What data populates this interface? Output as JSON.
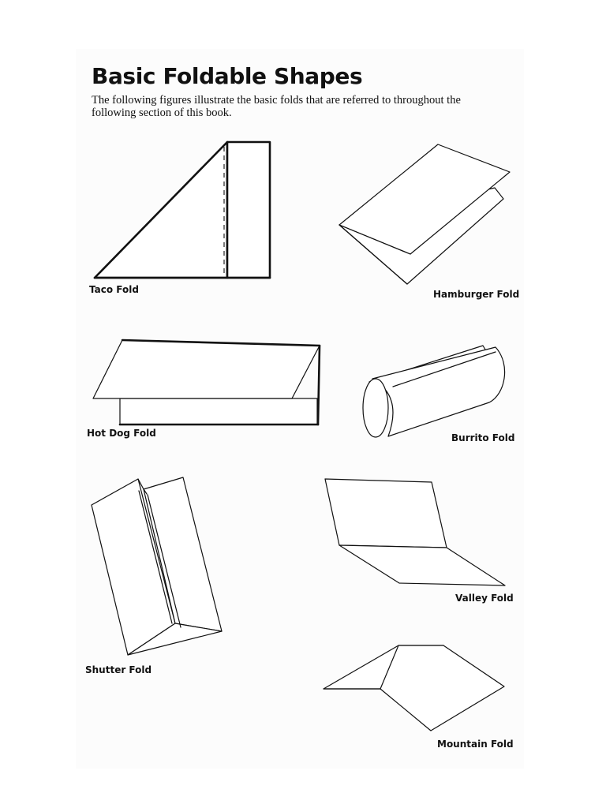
{
  "document": {
    "title": "Basic Foldable Shapes",
    "intro": "The following figures illustrate the basic folds that are referred to throughout the following section of this book."
  },
  "figures": [
    {
      "label": "Taco Fold"
    },
    {
      "label": "Hamburger Fold"
    },
    {
      "label": "Hot Dog Fold"
    },
    {
      "label": "Burrito Fold"
    },
    {
      "label": "Shutter Fold"
    },
    {
      "label": "Valley Fold"
    },
    {
      "label": "Mountain Fold"
    }
  ]
}
